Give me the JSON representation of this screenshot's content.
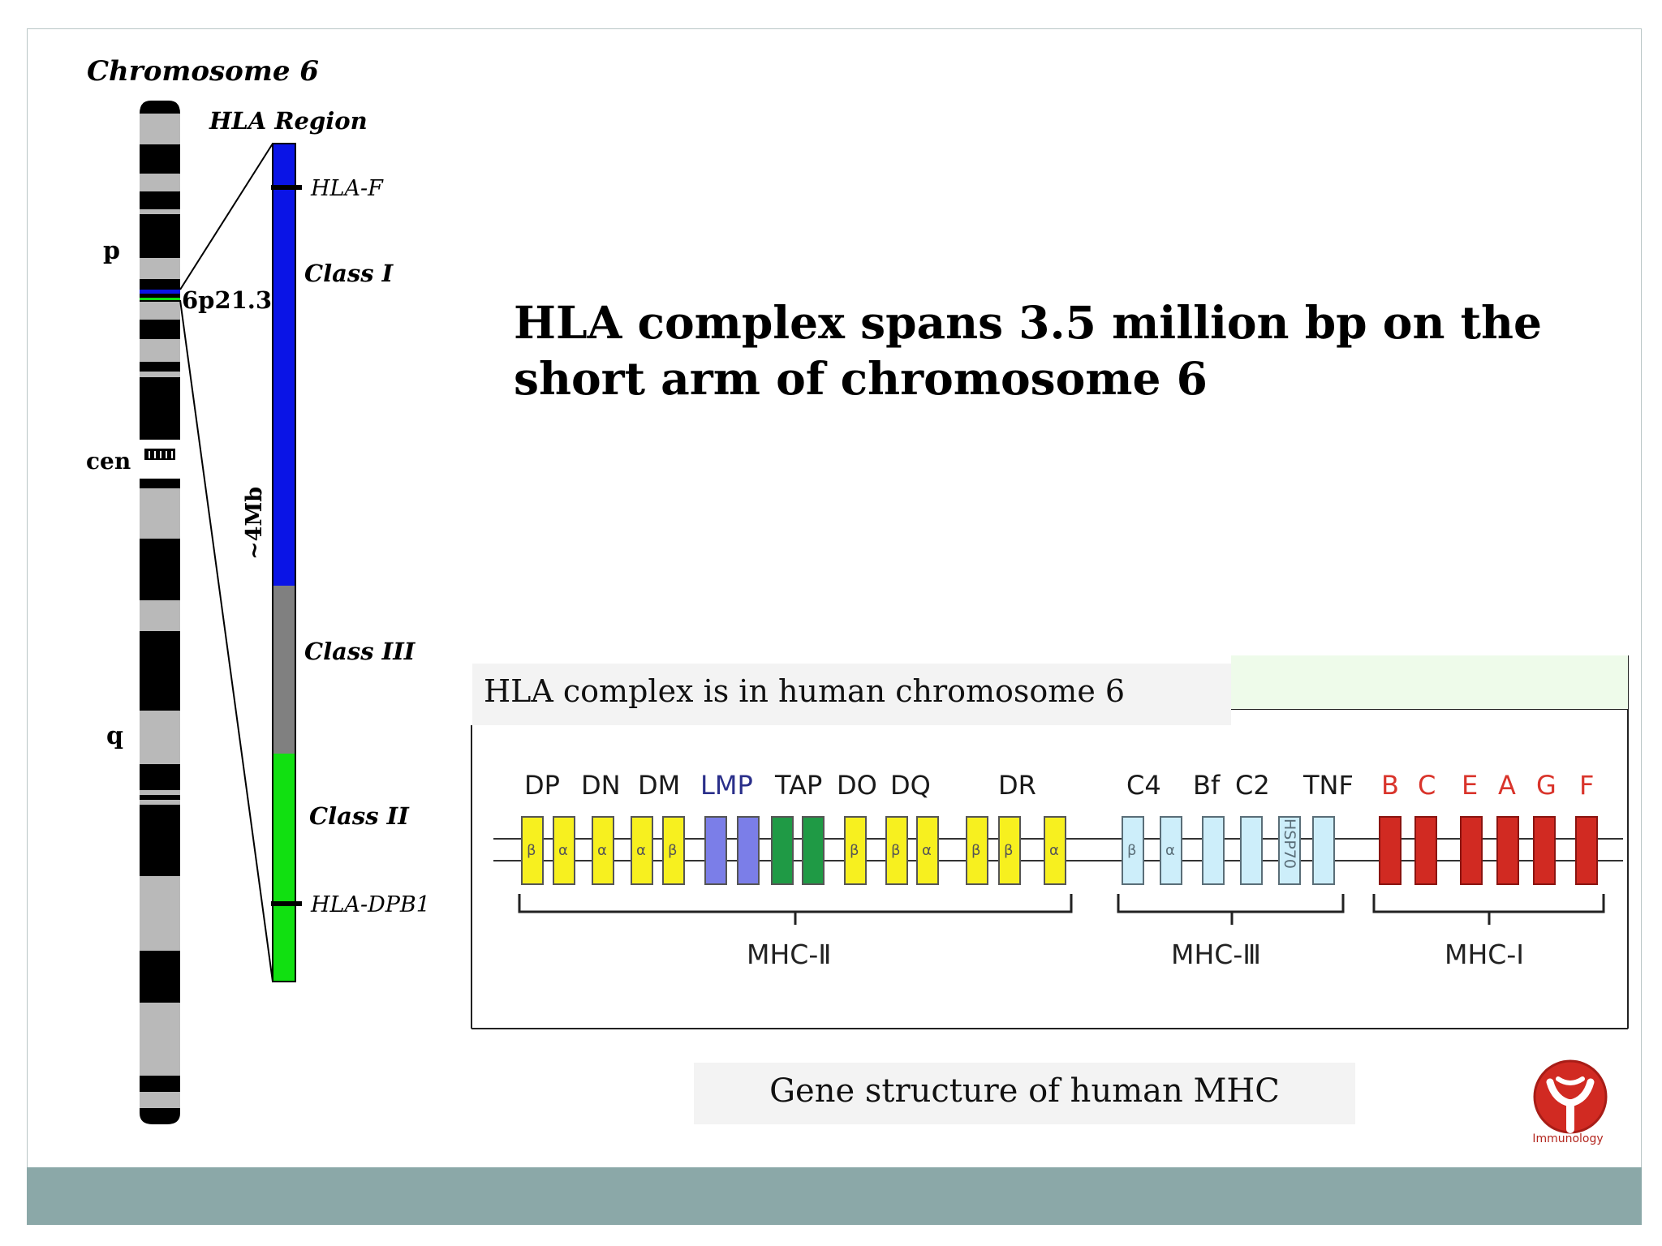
{
  "slide": {
    "main_caption": "HLA complex spans 3.5 million bp on the short arm of chromosome 6",
    "panel_title": "HLA complex is in human chromosome 6",
    "bottom_caption": "Gene structure of human MHC",
    "logo_text": "Immunology"
  },
  "chromosome": {
    "title": "Chromosome 6",
    "region_title": "HLA Region",
    "arm_p": "p",
    "arm_q": "q",
    "centromere": "cen",
    "band": "6p21.3",
    "size_label": "~4Mb",
    "markers": [
      "HLA-F",
      "HLA-DPB1"
    ],
    "classes": [
      "Class I",
      "Class III",
      "Class II"
    ],
    "colors": {
      "class_i": "#0a14e6",
      "class_iii": "#808080",
      "class_ii": "#11e011"
    }
  },
  "gene_map": {
    "loci": [
      "DP",
      "DN",
      "DM",
      "LMP",
      "TAP",
      "DO",
      "DQ",
      "DR",
      "C4",
      "Bf",
      "C2",
      "TNF",
      "B",
      "C",
      "E",
      "A",
      "G",
      "F"
    ],
    "class_i_loci_color": "#d9342b",
    "hsp_label": "HSP70",
    "groups": [
      "MHC-Ⅱ",
      "MHC-Ⅲ",
      "MHC-Ⅰ"
    ],
    "block_colors": {
      "yellow": "#f7f01f",
      "purple": "#7b7ee8",
      "green": "#1f9a45",
      "light_blue": "#cdeefa",
      "red": "#d12a22"
    }
  }
}
